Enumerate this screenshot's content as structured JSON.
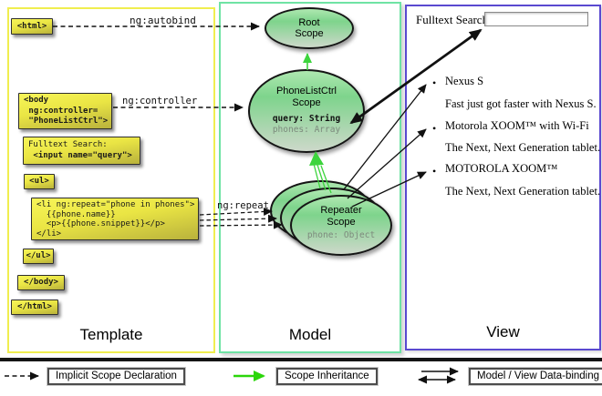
{
  "columns": {
    "template_label": "Template",
    "model_label": "Model",
    "view_label": "View"
  },
  "template": {
    "boxes": {
      "html_open": "<html>",
      "body_open": "<body\n ng:controller=\n \"PhoneListCtrl\">",
      "fulltext_label": "Fulltext Search:",
      "fulltext_input": " <input name=\"query\">",
      "ul_open": "<ul>",
      "li_repeat": "<li ng:repeat=\"phone in phones\">\n  {{phone.name}}\n  <p>{{phone.snippet}}</p>\n</li>",
      "ul_close": "</ul>",
      "body_close": "</body>",
      "html_close": "</html>"
    },
    "directives": {
      "autobind": "ng:autobind",
      "controller": "ng:controller",
      "repeat": "ng:repeat"
    }
  },
  "model": {
    "root_scope": {
      "title": "Root\nScope"
    },
    "phonelist_scope": {
      "title": "PhoneListCtrl\nScope",
      "prop_query": "query: String",
      "prop_phones": "phones: Array"
    },
    "repeater_scope": {
      "title": "Repeater\nScope",
      "prop_phone": "phone: Object"
    }
  },
  "view": {
    "search_label": "Fulltext Search:",
    "search_value": "",
    "bullet_glyph": "•",
    "items": [
      {
        "title": "Nexus S",
        "desc": "Fast just got faster with Nexus S."
      },
      {
        "title": "Motorola XOOM™  with Wi-Fi",
        "desc": "The Next, Next Generation tablet."
      },
      {
        "title": "MOTOROLA XOOM™",
        "desc": "The Next, Next Generation tablet."
      }
    ]
  },
  "legend": {
    "implicit": "Implicit Scope Declaration",
    "inheritance": "Scope Inheritance",
    "databinding": "Model / View Data-binding"
  },
  "colors": {
    "template_border": "#f0ee4e",
    "model_border": "#6fe3a4",
    "view_border": "#5a49d0",
    "scope_arrow_green": "#3dd43d",
    "legend_arrow_green": "#2bd60a",
    "arrow_black": "#111111"
  }
}
